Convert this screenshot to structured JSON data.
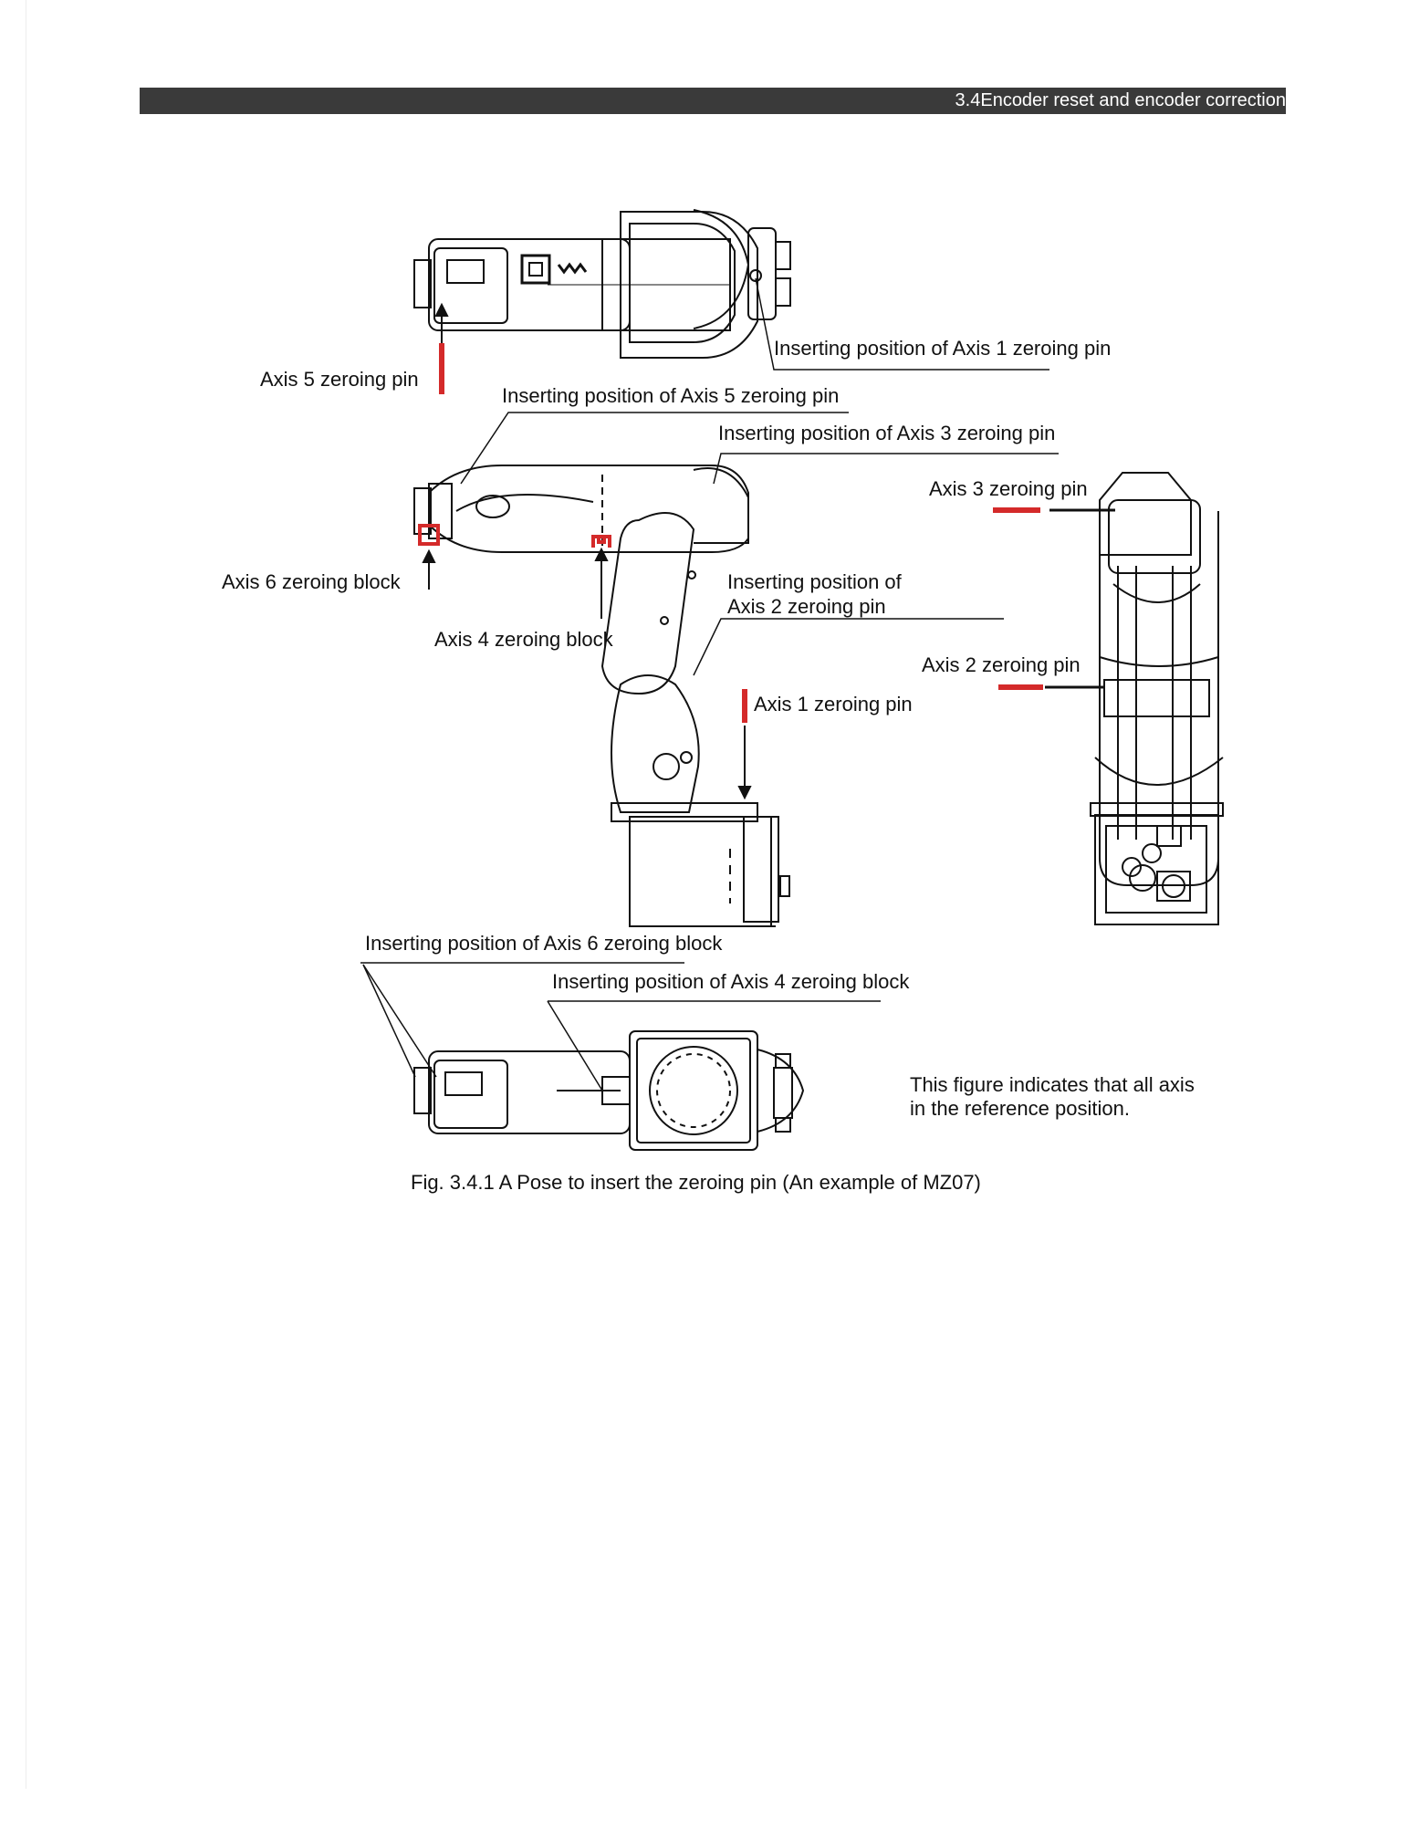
{
  "header": {
    "section_title": "3.4Encoder reset and encoder correction"
  },
  "figure": {
    "labels": {
      "axis1_pin_insert": "Inserting position of Axis 1 zeroing pin",
      "axis5_pin": "Axis 5 zeroing pin",
      "axis5_pin_insert": "Inserting position of Axis 5 zeroing pin",
      "axis3_pin_insert": "Inserting position of Axis 3 zeroing pin",
      "axis3_pin": "Axis 3 zeroing pin",
      "axis6_block": "Axis 6 zeroing block",
      "axis2_pin_insert_line1": "Inserting position of",
      "axis2_pin_insert_line2": "Axis 2 zeroing pin",
      "axis4_block": "Axis 4 zeroing block",
      "axis2_pin": "Axis 2 zeroing pin",
      "axis1_pin": "Axis 1 zeroing pin",
      "axis6_block_insert": "Inserting position of Axis 6 zeroing  block",
      "axis4_block_insert": "Inserting position of Axis 4 zeroing  block",
      "note_line1": "This  figure  indicates  that  all  axis",
      "note_line2": "in the reference position."
    },
    "caption": "Fig. 3.4.1    A Pose to insert the zeroing pin (An example of MZ07)"
  },
  "colors": {
    "header_bar": "#3a3a3a",
    "pin_red": "#d42a2a",
    "line": "#111111"
  }
}
